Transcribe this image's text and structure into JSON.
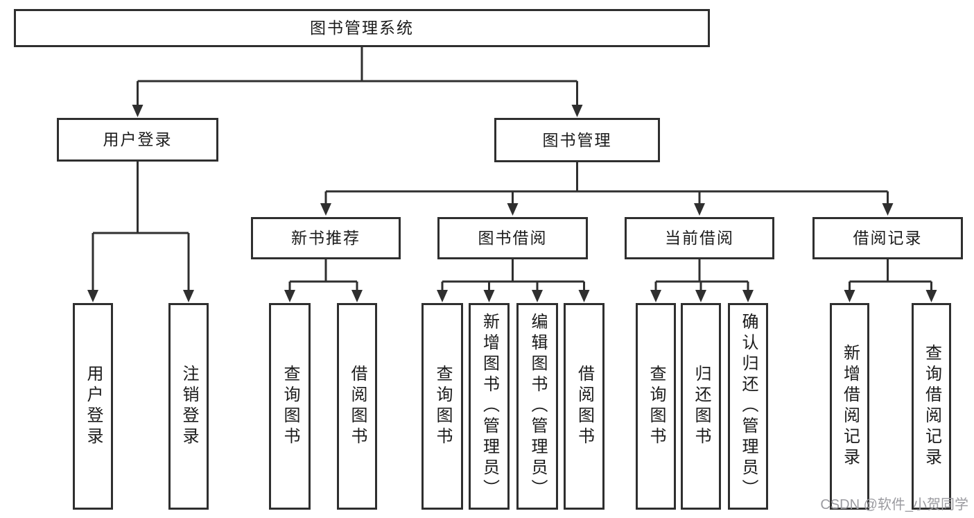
{
  "tree": {
    "label": "图书管理系统",
    "children": [
      {
        "label": "用户登录",
        "children": [
          {
            "label": "用户登录"
          },
          {
            "label": "注销登录"
          }
        ]
      },
      {
        "label": "图书管理",
        "children": [
          {
            "label": "新书推荐",
            "children": [
              {
                "label": "查询图书"
              },
              {
                "label": "借阅图书"
              }
            ]
          },
          {
            "label": "图书借阅",
            "children": [
              {
                "label": "查询图书"
              },
              {
                "label": "新增图书（管理员）"
              },
              {
                "label": "编辑图书（管理员）"
              },
              {
                "label": "借阅图书"
              }
            ]
          },
          {
            "label": "当前借阅",
            "children": [
              {
                "label": "查询图书"
              },
              {
                "label": "归还图书"
              },
              {
                "label": "确认归还（管理员）"
              }
            ]
          },
          {
            "label": "借阅记录",
            "children": [
              {
                "label": "新增借阅记录"
              },
              {
                "label": "查询借阅记录"
              }
            ]
          }
        ]
      }
    ]
  },
  "watermark": {
    "text": "CSDN @软件_小贺同学"
  },
  "colors": {
    "line": "#2f2f2f",
    "text": "#1b1b1b",
    "background": "#ffffff",
    "watermark": "#9b9ba0"
  }
}
